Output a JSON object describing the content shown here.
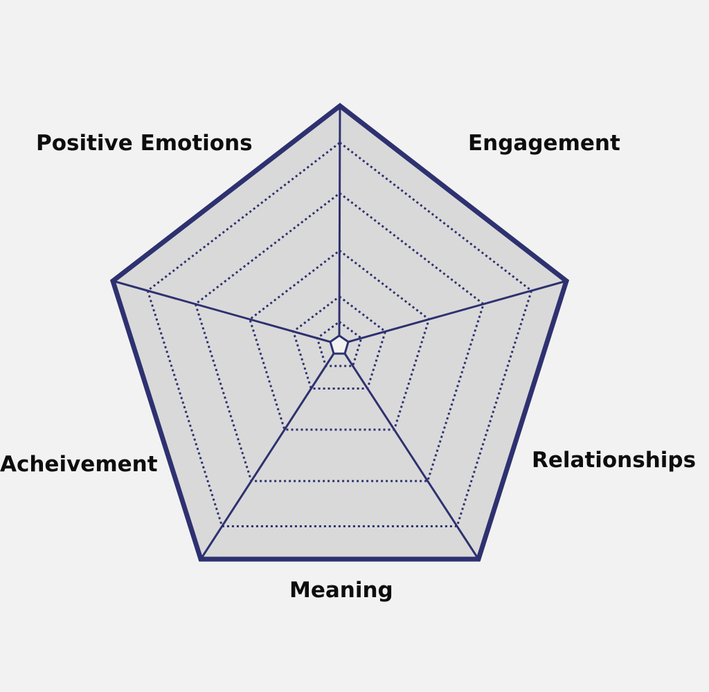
{
  "diagram": {
    "axes": [
      {
        "key": "positive",
        "label": "Positive Emotions"
      },
      {
        "key": "engagement",
        "label": "Engagement"
      },
      {
        "key": "relationships",
        "label": "Relationships"
      },
      {
        "key": "meaning",
        "label": "Meaning"
      },
      {
        "key": "achievement",
        "label": "Acheivement"
      }
    ],
    "rings": 6,
    "colors": {
      "background": "#f2f2f2",
      "fill": "#d9d9d9",
      "stroke": "#2e3170",
      "text": "#0d0d0d"
    }
  }
}
